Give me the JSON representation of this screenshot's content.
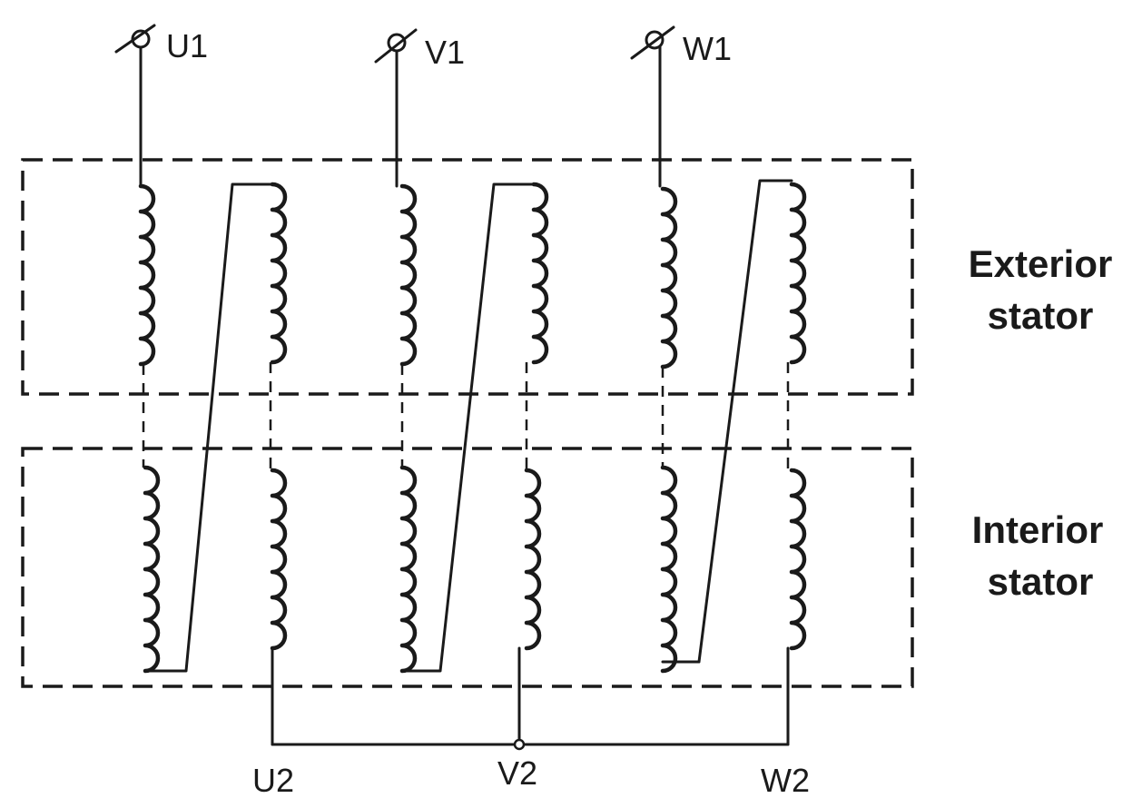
{
  "terminals": {
    "u1": "U1",
    "v1": "V1",
    "w1": "W1",
    "u2": "U2",
    "v2": "V2",
    "w2": "W2"
  },
  "regions": {
    "exterior": {
      "line1": "Exterior",
      "line2": "stator"
    },
    "interior": {
      "line1": "Interior",
      "line2": "stator"
    }
  }
}
